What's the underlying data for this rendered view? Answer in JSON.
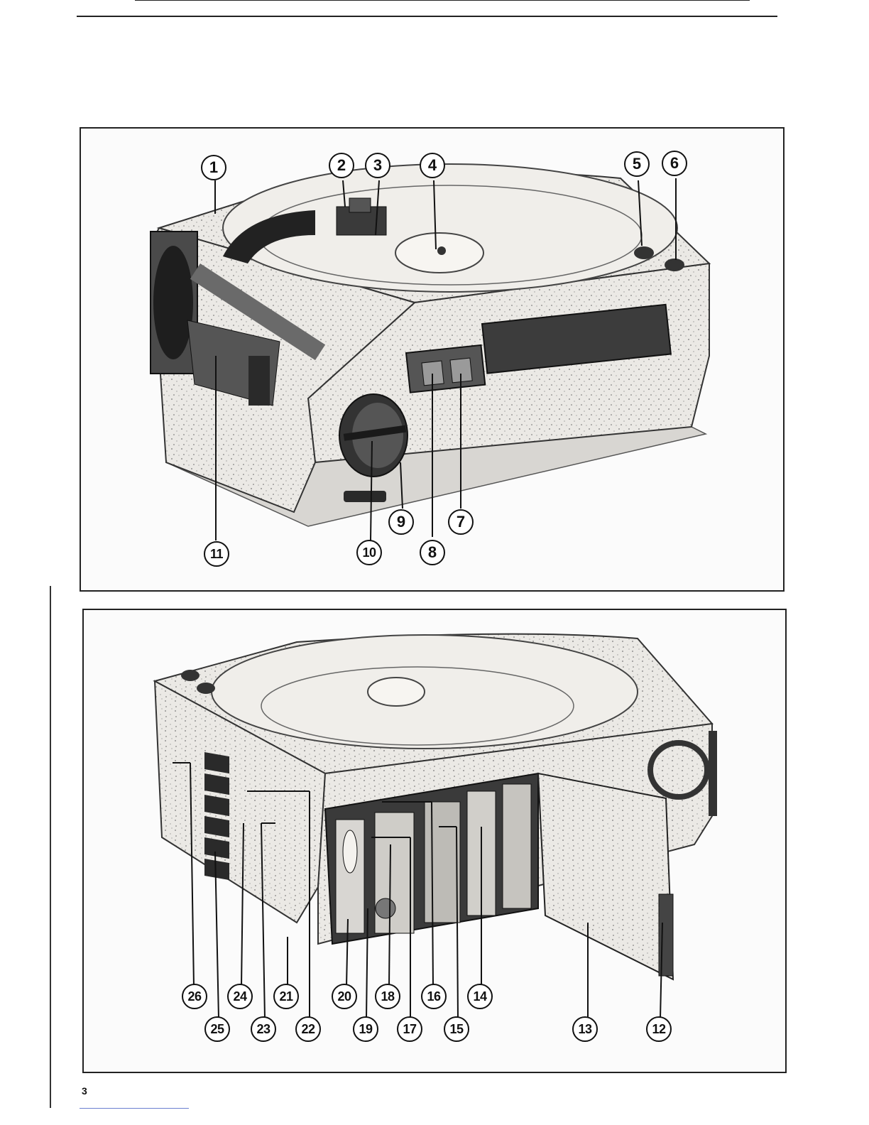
{
  "page": {
    "number": "3"
  },
  "figure_top": {
    "callouts": [
      "1",
      "2",
      "3",
      "4",
      "5",
      "6",
      "7",
      "8",
      "9",
      "10",
      "11"
    ]
  },
  "figure_bottom": {
    "callouts": [
      "12",
      "13",
      "14",
      "15",
      "16",
      "17",
      "18",
      "19",
      "20",
      "21",
      "22",
      "23",
      "24",
      "25",
      "26"
    ]
  },
  "colors": {
    "ink": "#111111",
    "body": "#e9e7e3",
    "shade": "#8e8c88",
    "dark": "#2a2a2a"
  }
}
